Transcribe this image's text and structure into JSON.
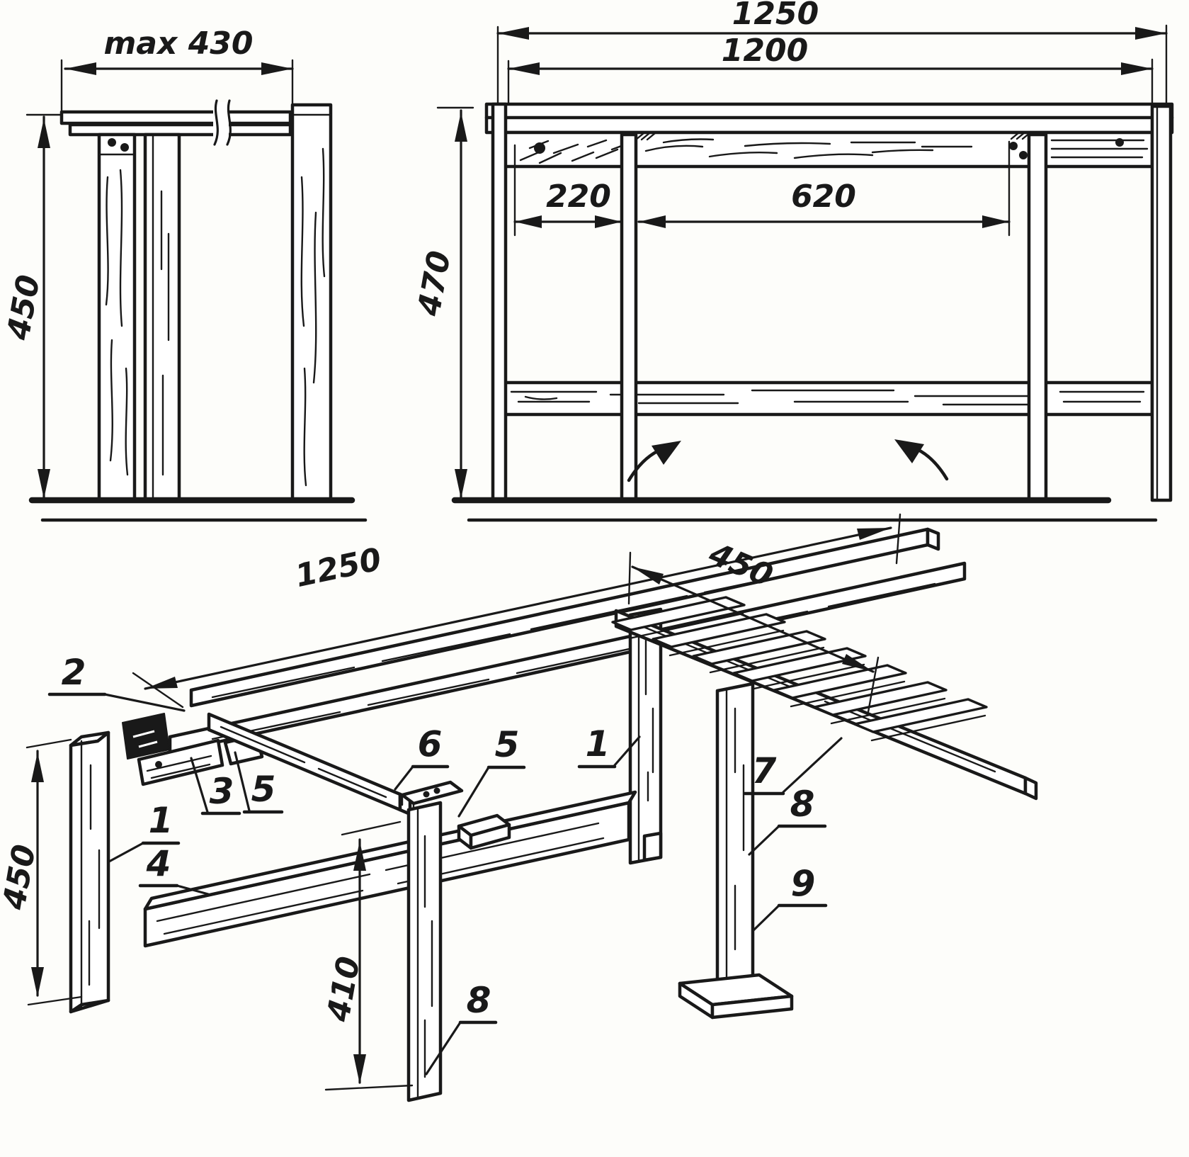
{
  "drawing_type": "technical-assembly-drawing",
  "dimensions": {
    "side_width": "max 430",
    "side_height": "450",
    "front_overall": "1250",
    "front_top": "1200",
    "front_left_bay": "220",
    "front_center_bay": "620",
    "front_height": "470",
    "iso_length": "1250",
    "iso_depth": "450",
    "iso_leg": "450",
    "iso_center_leg": "410"
  },
  "parts": {
    "leg": "1",
    "leg_rear": "1",
    "top_rail_end": "2",
    "batten": "3",
    "stretcher": "4",
    "spacer": "5",
    "spacer_block": "5",
    "cross_rail": "6",
    "slat_shelf": "7",
    "support_leg": "8",
    "support_leg_front": "8",
    "foot_pad": "9"
  },
  "colors": {
    "ink": "#191919",
    "paper": "#fdfdfa"
  }
}
